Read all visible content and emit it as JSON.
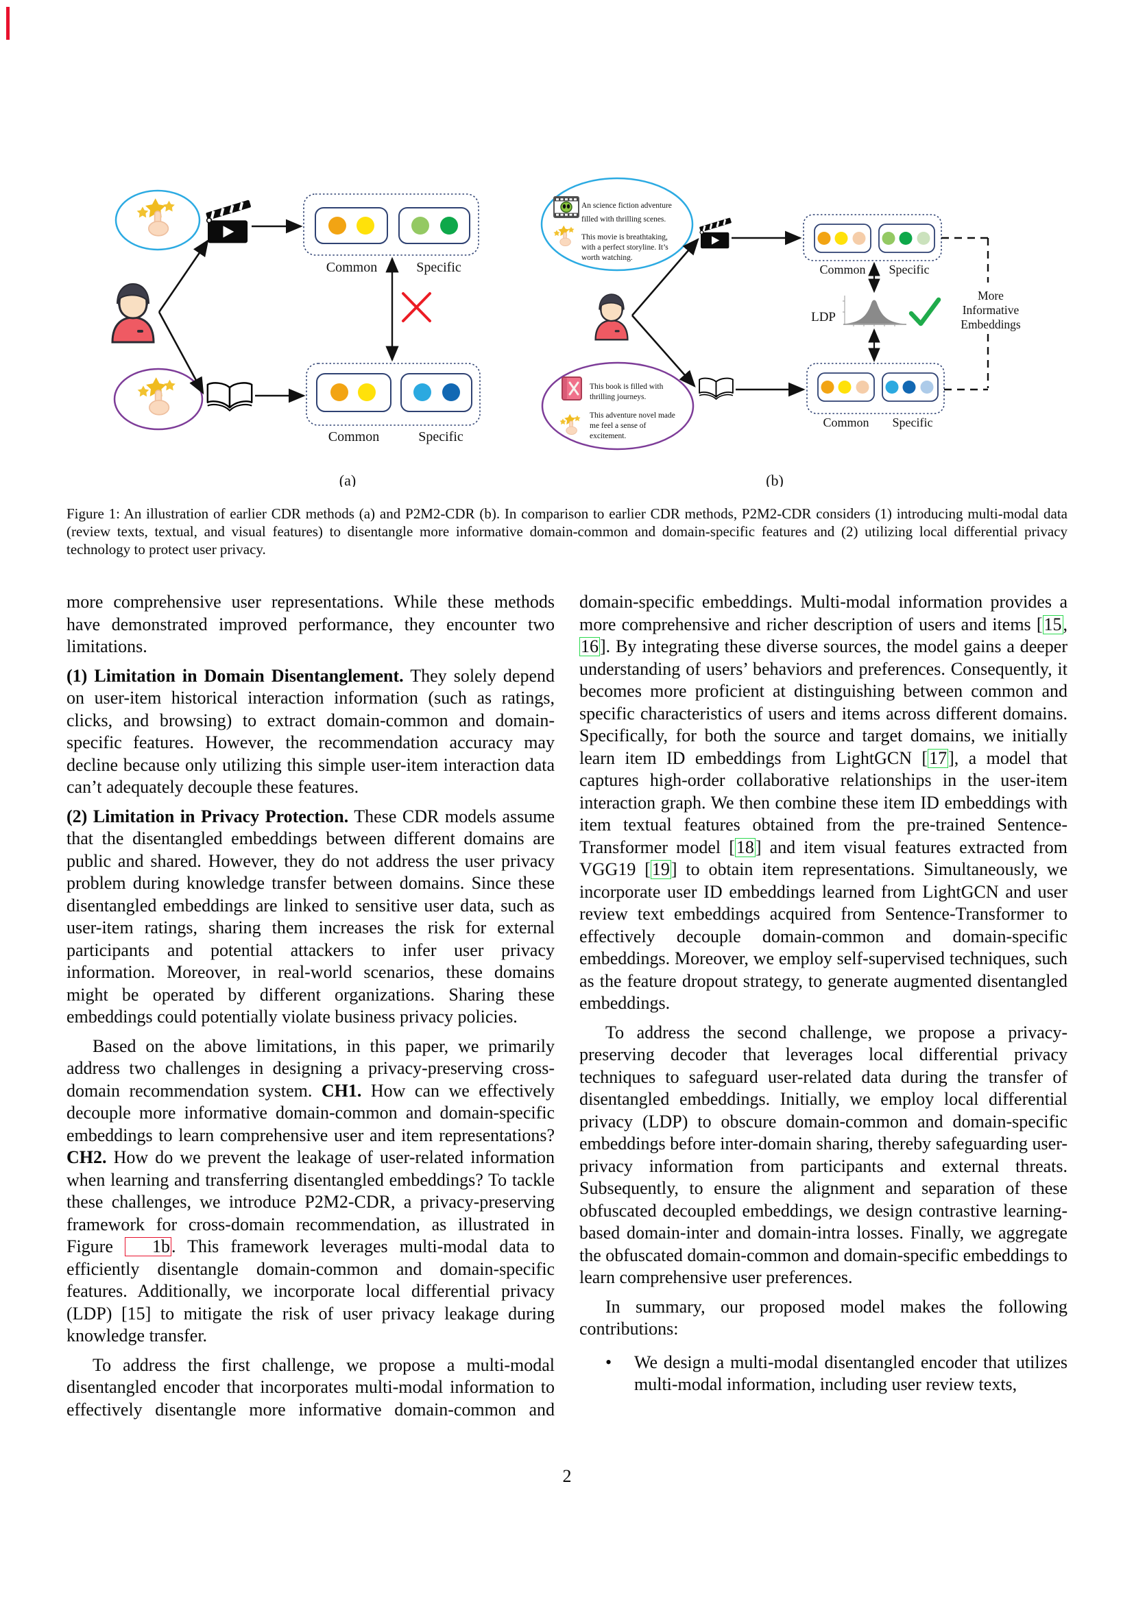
{
  "page": {
    "number": "2"
  },
  "figure": {
    "caption": "Figure 1: An illustration of earlier CDR methods (a) and P2M2-CDR (b). In comparison to earlier CDR methods, P2M2-CDR considers (1) introducing multi-modal data (review texts, textual, and visual features) to disentangle more informative domain-common and domain-specific features and (2) utilizing local differential privacy technology to protect user privacy.",
    "label_a": "(a)",
    "label_b": "(b)",
    "box_labels": {
      "common": "Common",
      "specific": "Specific"
    },
    "b": {
      "movie_description_lines": [
        "An science fiction adventure",
        "filled with thrilling scenes."
      ],
      "movie_review_lines": [
        "This movie is breathtaking,",
        "with a perfect storyline. It’s",
        "worth watching."
      ],
      "book_description_lines": [
        "This book is filled with",
        "thrilling journeys."
      ],
      "book_review_lines": [
        "This adventure novel made",
        "me feel a sense of",
        "excitement."
      ],
      "ldp_label": "LDP",
      "more_informative": [
        "More",
        "Informative",
        "Embeddings"
      ]
    },
    "colors": {
      "domain_a_ellipse": "#2baae2",
      "domain_b_ellipse": "#7d3c98",
      "cross_red": "#ec1c24",
      "check_green": "#1fab4b",
      "link_green": "#2bd94f",
      "link_red": "#e8112d",
      "box_border": "#2e4172",
      "dot_orange": "#f2a413",
      "dot_yellow": "#ffe10a",
      "dot_peach": "#f5cda9",
      "dot_green_light": "#94c963",
      "dot_green": "#0ea84a",
      "dot_green_pale": "#cbe2bd",
      "dot_blue_light": "#2ba9e0",
      "dot_blue": "#1268b3",
      "dot_blue_pale": "#adcbe9"
    }
  },
  "content": {
    "bullet_marker": "•",
    "left_column": [
      {
        "style": "plain",
        "segments": [
          {
            "t": "more comprehensive user representations.  While these methods have demonstrated improved performance, they encounter two limitations."
          }
        ]
      },
      {
        "style": "plain",
        "segments": [
          {
            "t": "(1) Limitation in Domain Disentanglement.",
            "s": "b"
          },
          {
            "t": " They solely depend on user-item historical interaction information (such as ratings, clicks, and browsing) to extract domain-common and domain-specific features. However, the recommendation accuracy may decline because only utilizing this simple user-item interaction data can’t adequately decouple these features."
          }
        ]
      },
      {
        "style": "plain",
        "segments": [
          {
            "t": "(2) Limitation in Privacy Protection.",
            "s": "b"
          },
          {
            "t": " These CDR models assume that the disentangled embeddings between different domains are public and shared.  However, they do not address the user privacy problem during knowledge transfer between domains.  Since these disentangled embeddings are linked to sensitive user data, such as user-item ratings, sharing them increases the risk for external participants and potential attackers to infer user privacy information. Moreover, in real-world scenarios, these domains might be operated by different organizations. Sharing these embeddings could potentially violate business privacy policies."
          }
        ]
      },
      {
        "style": "indent",
        "segments": [
          {
            "t": "Based on the above limitations, in this paper, we primarily address two challenges in designing a privacy-preserving cross-domain recommendation system.  "
          },
          {
            "t": "CH1.",
            "s": "b"
          },
          {
            "t": " How can we effectively decouple more informative domain-common and domain-specific embeddings to learn comprehensive user and item representations? "
          },
          {
            "t": "CH2.",
            "s": "b"
          },
          {
            "t": " How do we prevent the leakage of user-related information when learning and transferring disentangled embeddings? To tackle these challenges, we introduce P2M2-CDR, a privacy-preserving framework for cross-domain recommendation, as illustrated in Figure "
          },
          {
            "t": "1b",
            "s": "figref"
          },
          {
            "t": ". This framework leverages multi-modal data to efficiently disentangle domain-common and domain-specific features. Additionally, we incorporate local differential privacy (LDP) [15] to mitigate the risk of user privacy leakage during knowledge transfer."
          }
        ]
      },
      {
        "style": "indent cont",
        "segments": [
          {
            "t": "To address the first challenge, we propose a multi-modal disentangled encoder that incorporates multi-modal information to effectively disentangle more informative domain-common and"
          }
        ]
      }
    ],
    "right_column": [
      {
        "style": "plain",
        "segments": [
          {
            "t": "domain-specific embeddings.  Multi-modal information provides a more comprehensive and richer description of users and items ["
          },
          {
            "t": "15",
            "s": "cite"
          },
          {
            "t": ", "
          },
          {
            "t": "16",
            "s": "cite"
          },
          {
            "t": "]. By integrating these diverse sources, the model gains a deeper understanding of users’ behaviors and preferences. Consequently, it becomes more proficient at distinguishing between common and specific characteristics of users and items across different domains. Specifically, for both the source and target domains, we initially learn item ID embeddings from LightGCN ["
          },
          {
            "t": "17",
            "s": "cite"
          },
          {
            "t": "], a model that captures high-order collaborative relationships in the user-item interaction graph.  We then combine these item ID embeddings with item textual features obtained from the pre-trained Sentence-Transformer model ["
          },
          {
            "t": "18",
            "s": "cite"
          },
          {
            "t": "] and item visual features extracted from VGG19 ["
          },
          {
            "t": "19",
            "s": "cite"
          },
          {
            "t": "] to obtain item representations.  Simultaneously, we incorporate user ID embeddings learned from LightGCN and user review text embeddings acquired from Sentence-Transformer to effectively decouple domain-common and domain-specific embeddings. Moreover, we employ self-supervised techniques, such as the feature dropout strategy, to generate augmented disentangled embeddings."
          }
        ]
      },
      {
        "style": "indent",
        "segments": [
          {
            "t": "To address the second challenge, we propose a privacy-preserving decoder that leverages local differential privacy techniques to safeguard user-related data during the transfer of disentangled embeddings.  Initially, we employ local differential privacy (LDP) to obscure domain-common and domain-specific embeddings before inter-domain sharing, thereby safeguarding user-privacy information from participants and external threats.  Subsequently, to ensure the alignment and separation of these obfuscated decoupled embeddings, we design contrastive learning-based domain-inter and domain-intra losses.  Finally, we aggregate the obfuscated domain-common and domain-specific embeddings to learn comprehensive user preferences."
          }
        ]
      },
      {
        "style": "indent",
        "segments": [
          {
            "t": "In summary, our proposed model makes the following contributions:"
          }
        ]
      },
      {
        "style": "bullet",
        "segments": [
          {
            "t": "We design a multi-modal disentangled encoder that utilizes multi-modal information, including user review texts,"
          }
        ]
      }
    ]
  }
}
